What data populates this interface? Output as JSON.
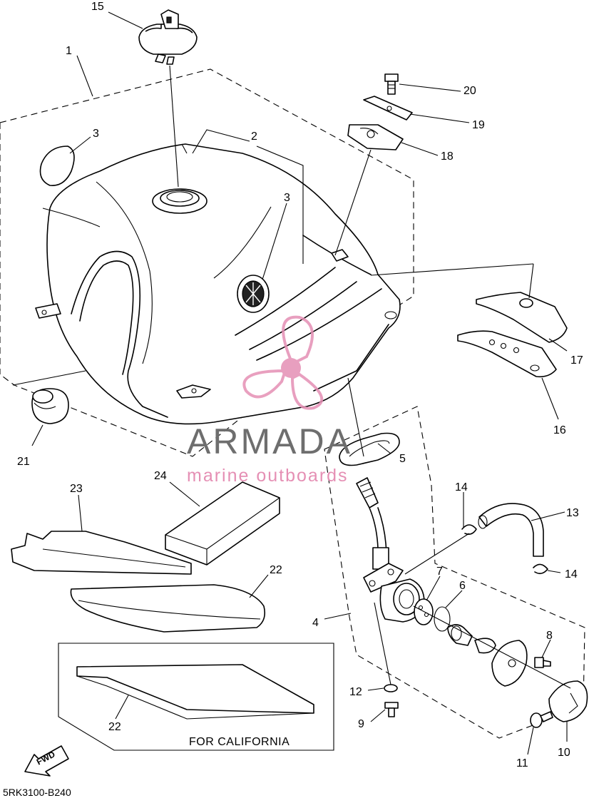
{
  "diagram": {
    "code": "5RK3100-B240",
    "california_note": "FOR CALIFORNIA",
    "fwd_label": "FWD",
    "callouts": {
      "c1": "1",
      "c2": "2",
      "c3a": "3",
      "c3b": "3",
      "c4": "4",
      "c5": "5",
      "c6": "6",
      "c7": "7",
      "c8": "8",
      "c9": "9",
      "c10": "10",
      "c11": "11",
      "c12": "12",
      "c13": "13",
      "c14a": "14",
      "c14b": "14",
      "c15": "15",
      "c16": "16",
      "c17": "17",
      "c18": "18",
      "c19": "19",
      "c20": "20",
      "c21": "21",
      "c22a": "22",
      "c22b": "22",
      "c23": "23",
      "c24": "24"
    }
  },
  "watermark": {
    "title": "ARMADA",
    "subtitle": "marine outboards",
    "accent": "#e58fb4",
    "text_color": "#6e6e6e"
  }
}
